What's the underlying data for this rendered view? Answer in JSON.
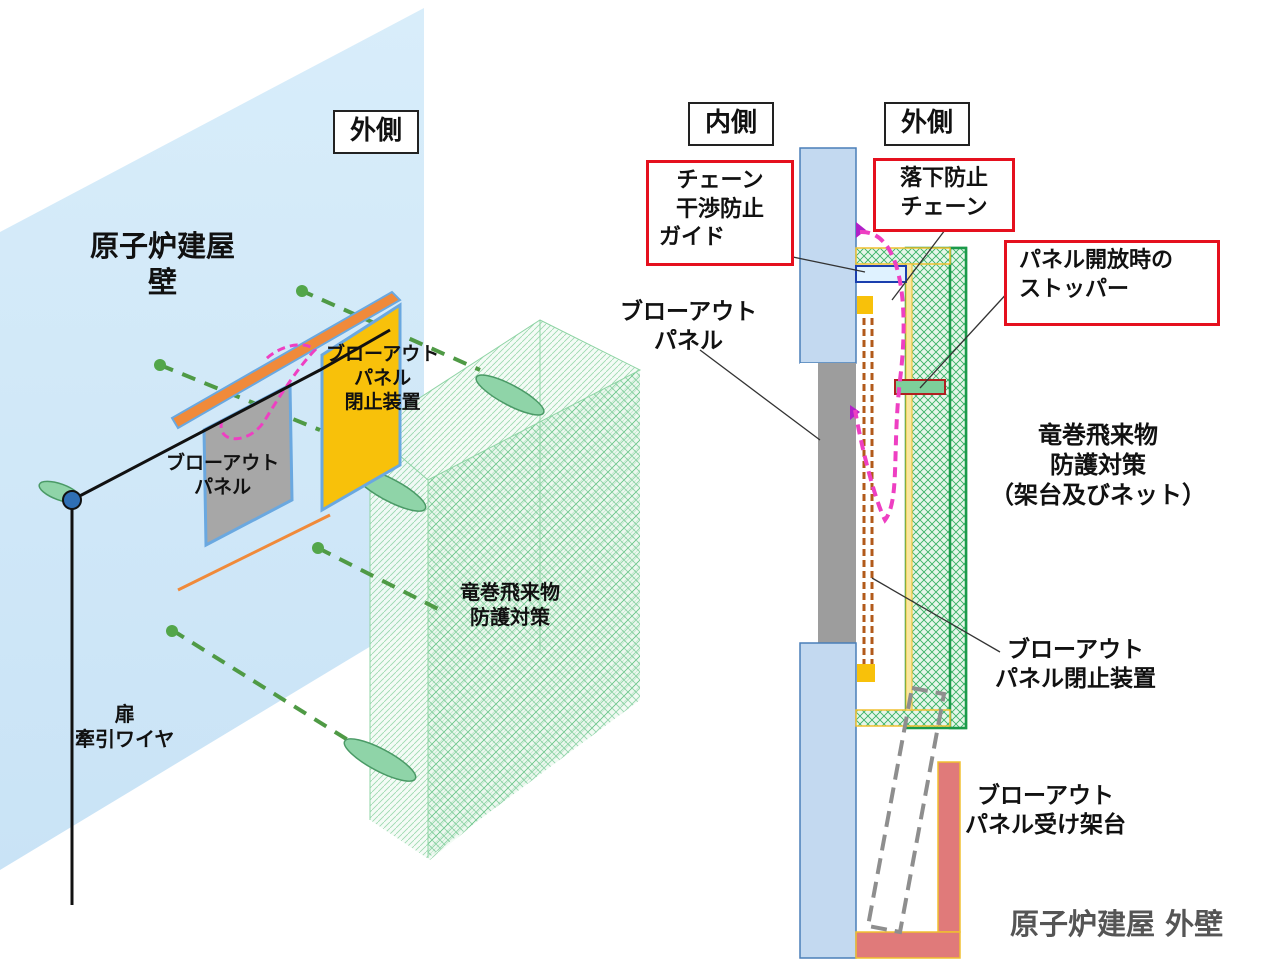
{
  "left": {
    "outside_label": "外側",
    "wall_label": [
      "原子炉建屋",
      "壁"
    ],
    "blowout_panel_label": [
      "ブローアウト",
      "パネル"
    ],
    "closure_device_label": [
      "ブローアウト",
      "パネル",
      "閉止装置"
    ],
    "tornado_label": [
      "竜巻飛来物",
      "防護対策"
    ],
    "door_wire_label": [
      "扉",
      "牽引ワイヤ"
    ]
  },
  "right": {
    "inside_label": "内側",
    "outside_label": "外側",
    "chain_guide_label": [
      "チェーン",
      "干渉防止",
      "ガイド"
    ],
    "fall_chain_label": [
      "落下防止",
      "チェーン"
    ],
    "stopper_label": [
      "パネル開放時の",
      "ストッパー"
    ],
    "blowout_panel_label": [
      "ブローアウト",
      "パネル"
    ],
    "tornado_label": [
      "竜巻飛来物",
      "防護対策",
      "（架台及びネット）"
    ],
    "closure_device_label": [
      "ブローアウト",
      "パネル閉止装置"
    ],
    "receiver_label": [
      "ブローアウト",
      "パネル受け架台"
    ],
    "outer_wall_label": "原子炉建屋 外壁"
  },
  "colors": {
    "wall_blue": "#cfe6f7",
    "panel_gray": "#a8a8a8",
    "closure_yellow": "#f8c10a",
    "net_green": "#2aa55a",
    "chain_magenta": "#ee3fc2",
    "highlight_red": "#e5101e",
    "receiver_pink": "#e07a7a"
  }
}
